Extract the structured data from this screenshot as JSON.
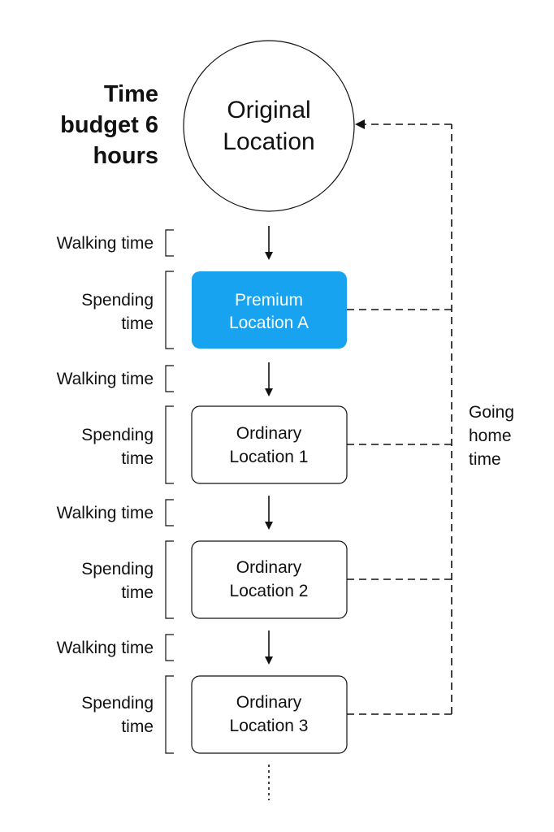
{
  "title_lines": [
    "Time",
    "budget 6",
    "hours"
  ],
  "origin": {
    "lines": [
      "Original",
      "Location"
    ]
  },
  "premium": {
    "lines": [
      "Premium",
      "Location A"
    ],
    "color": "#17A3F0"
  },
  "ordinary": [
    {
      "lines": [
        "Ordinary",
        "Location 1"
      ]
    },
    {
      "lines": [
        "Ordinary",
        "Location 2"
      ]
    },
    {
      "lines": [
        "Ordinary",
        "Location 3"
      ]
    }
  ],
  "walking_label": "Walking time",
  "spending_label_lines": [
    "Spending",
    "time"
  ],
  "going_home_lines": [
    "Going",
    "home",
    "time"
  ]
}
